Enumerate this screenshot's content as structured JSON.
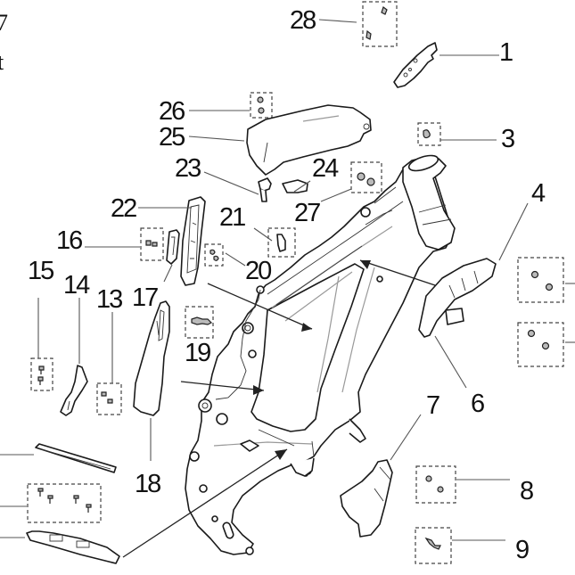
{
  "diagram": {
    "type": "exploded-parts-diagram",
    "subject": "motorcycle frame assembly",
    "edge_text": {
      "top_left_fragment_1": "7",
      "top_left_fragment_2": "t"
    },
    "callouts": [
      {
        "id": "1",
        "label": "1",
        "part": "bracket"
      },
      {
        "id": "3",
        "label": "3",
        "part": "hardware-kit"
      },
      {
        "id": "4",
        "label": "4",
        "part": "side-plate"
      },
      {
        "id": "6",
        "label": "6",
        "part": "side-plate"
      },
      {
        "id": "7",
        "label": "7",
        "part": "cover"
      },
      {
        "id": "8",
        "label": "8",
        "part": "hardware-kit"
      },
      {
        "id": "9",
        "label": "9",
        "part": "hardware-kit"
      },
      {
        "id": "13",
        "label": "13",
        "part": "hardware-kit"
      },
      {
        "id": "14",
        "label": "14",
        "part": "bracket"
      },
      {
        "id": "15",
        "label": "15",
        "part": "hardware-kit"
      },
      {
        "id": "16",
        "label": "16",
        "part": "hardware-kit"
      },
      {
        "id": "17",
        "label": "17",
        "part": "small-plate"
      },
      {
        "id": "18",
        "label": "18",
        "part": "guard"
      },
      {
        "id": "19",
        "label": "19",
        "part": "hardware-kit"
      },
      {
        "id": "20",
        "label": "20",
        "part": "hardware-kit"
      },
      {
        "id": "21",
        "label": "21",
        "part": "clip-kit"
      },
      {
        "id": "22",
        "label": "22",
        "part": "plate"
      },
      {
        "id": "23",
        "label": "23",
        "part": "stud"
      },
      {
        "id": "24",
        "label": "24",
        "part": "pad"
      },
      {
        "id": "25",
        "label": "25",
        "part": "top-cover"
      },
      {
        "id": "26",
        "label": "26",
        "part": "hardware-kit"
      },
      {
        "id": "27",
        "label": "27",
        "part": "hardware-kit"
      },
      {
        "id": "28",
        "label": "28",
        "part": "hardware-kit"
      }
    ]
  }
}
